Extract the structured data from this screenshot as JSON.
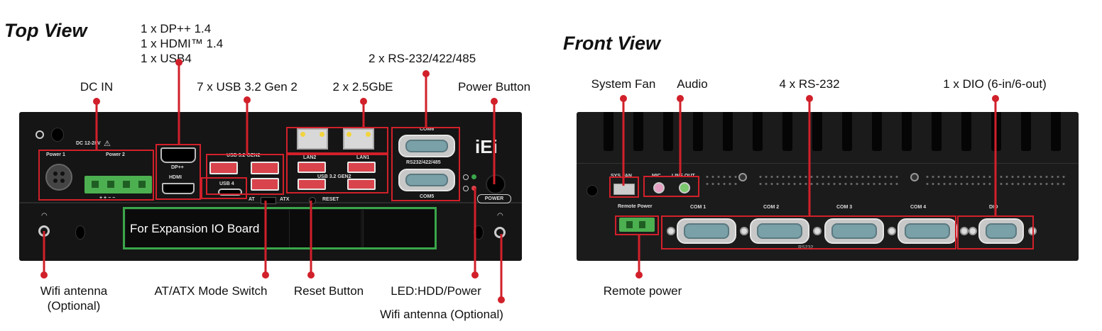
{
  "headings": {
    "top_view": "Top View",
    "front_view": "Front View"
  },
  "top_labels": {
    "dp": "1 x DP++ 1.4",
    "hdmi": "1 x HDMI™ 1.4",
    "usb4": "1 x USB4",
    "rs232_422_485": "2 x RS-232/422/485",
    "dc_in": "DC IN",
    "usb32": "7 x USB 3.2 Gen 2",
    "lan": "2 x 2.5GbE",
    "power_button": "Power Button",
    "wifi_left_1": "Wifi antenna",
    "wifi_left_2": "(Optional)",
    "at_atx": "AT/ATX Mode Switch",
    "reset": "Reset Button",
    "led": "LED:HDD/Power",
    "wifi_right": "Wifi antenna (Optional)",
    "expansion": "For Expansion IO Board"
  },
  "top_panel_text": {
    "dc_rating": "DC 12-28V",
    "power1": "Power 1",
    "power2": "Power 2",
    "polarity": "+   +   −   −",
    "dp_port": "DP++",
    "hdmi_port": "HDMI",
    "usb4_port": "USB 4",
    "usb_gen2_a": "USB 3.2 GEN2",
    "usb_gen2_b": "USB 3.2 GEN2",
    "lan2": "LAN2",
    "lan1": "LAN1",
    "com6": "COM6",
    "com5": "COM5",
    "rs_label": "RS232/422/485",
    "brand": "iEi",
    "power_word": "POWER",
    "at": "AT",
    "atx": "ATX",
    "reset_small": "RESET"
  },
  "front_labels": {
    "system_fan": "System Fan",
    "audio": "Audio",
    "rs232": "4 x RS-232",
    "dio": "1 x DIO (6-in/6-out)",
    "remote_power": "Remote power"
  },
  "front_panel_text": {
    "sys_fan": "SYS FAN",
    "mic": "MIC",
    "line_out": "LINE OUT",
    "remote_power_small": "Remote Power",
    "com1": "COM 1",
    "com2": "COM 2",
    "com3": "COM 3",
    "com4": "COM 4",
    "dio_small": "DIO",
    "rs232_small": "RS232"
  },
  "colors": {
    "callout": "#d1202a",
    "expansion_box": "#3aa64a",
    "chassis": "#151515",
    "usb_port": "#d9434b",
    "terminal": "#4caf50"
  }
}
